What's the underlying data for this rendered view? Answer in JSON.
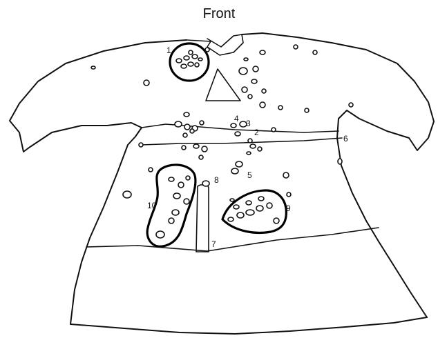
{
  "figure": {
    "title": "Front",
    "labels": {
      "l1": "1",
      "l2": "2",
      "l3": "3",
      "l4": "4",
      "l5": "5",
      "l6": "6",
      "l7": "7",
      "l8": "8",
      "l9": "9",
      "l10": "10"
    }
  }
}
